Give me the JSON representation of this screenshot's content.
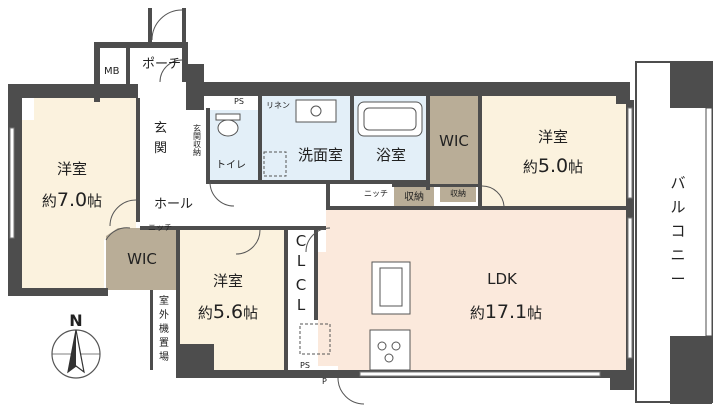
{
  "rooms": {
    "porch": "ポーチ",
    "mb": "MB",
    "ps_top": "PS",
    "linen": "リネン",
    "genkan_1": "玄",
    "genkan_2": "関",
    "genkan_storage": "玄関収納",
    "toilet": "トイレ",
    "washroom": "洗面室",
    "bathroom": "浴室",
    "wic_center": "WIC",
    "bedroom_right": {
      "name": "洋室",
      "prefix": "約",
      "size": "5.0",
      "unit": "帖"
    },
    "bedroom_left": {
      "name": "洋室",
      "prefix": "約",
      "size": "7.0",
      "unit": "帖"
    },
    "hall": "ホール",
    "niche_left": "ニッチ",
    "wic_left": "WIC",
    "bedroom_middle": {
      "name": "洋室",
      "prefix": "約",
      "size": "5.6",
      "unit": "帖"
    },
    "cl_upper": [
      "C",
      "L"
    ],
    "cl_lower": [
      "C",
      "L"
    ],
    "niche_center": "ニッチ",
    "storage_1": "収納",
    "storage_2": "収納",
    "ldk": {
      "name": "LDK",
      "prefix": "約",
      "size": "17.1",
      "unit": "帖"
    },
    "outdoor_unit": [
      "室",
      "外",
      "機",
      "置",
      "場"
    ],
    "ps_bottom": "PS",
    "p_bottom": "P",
    "balcony": [
      "バ",
      "ル",
      "コ",
      "ニ",
      "ー"
    ]
  },
  "compass": "N",
  "colors": {
    "wall": "#4d4d4d",
    "bedroom": "#fbf2de",
    "ldk": "#fbe9dc",
    "wet": "#e3eff8",
    "wic": "#b9ad97",
    "storage": "#d6d0c3",
    "hall": "#ffffff"
  }
}
